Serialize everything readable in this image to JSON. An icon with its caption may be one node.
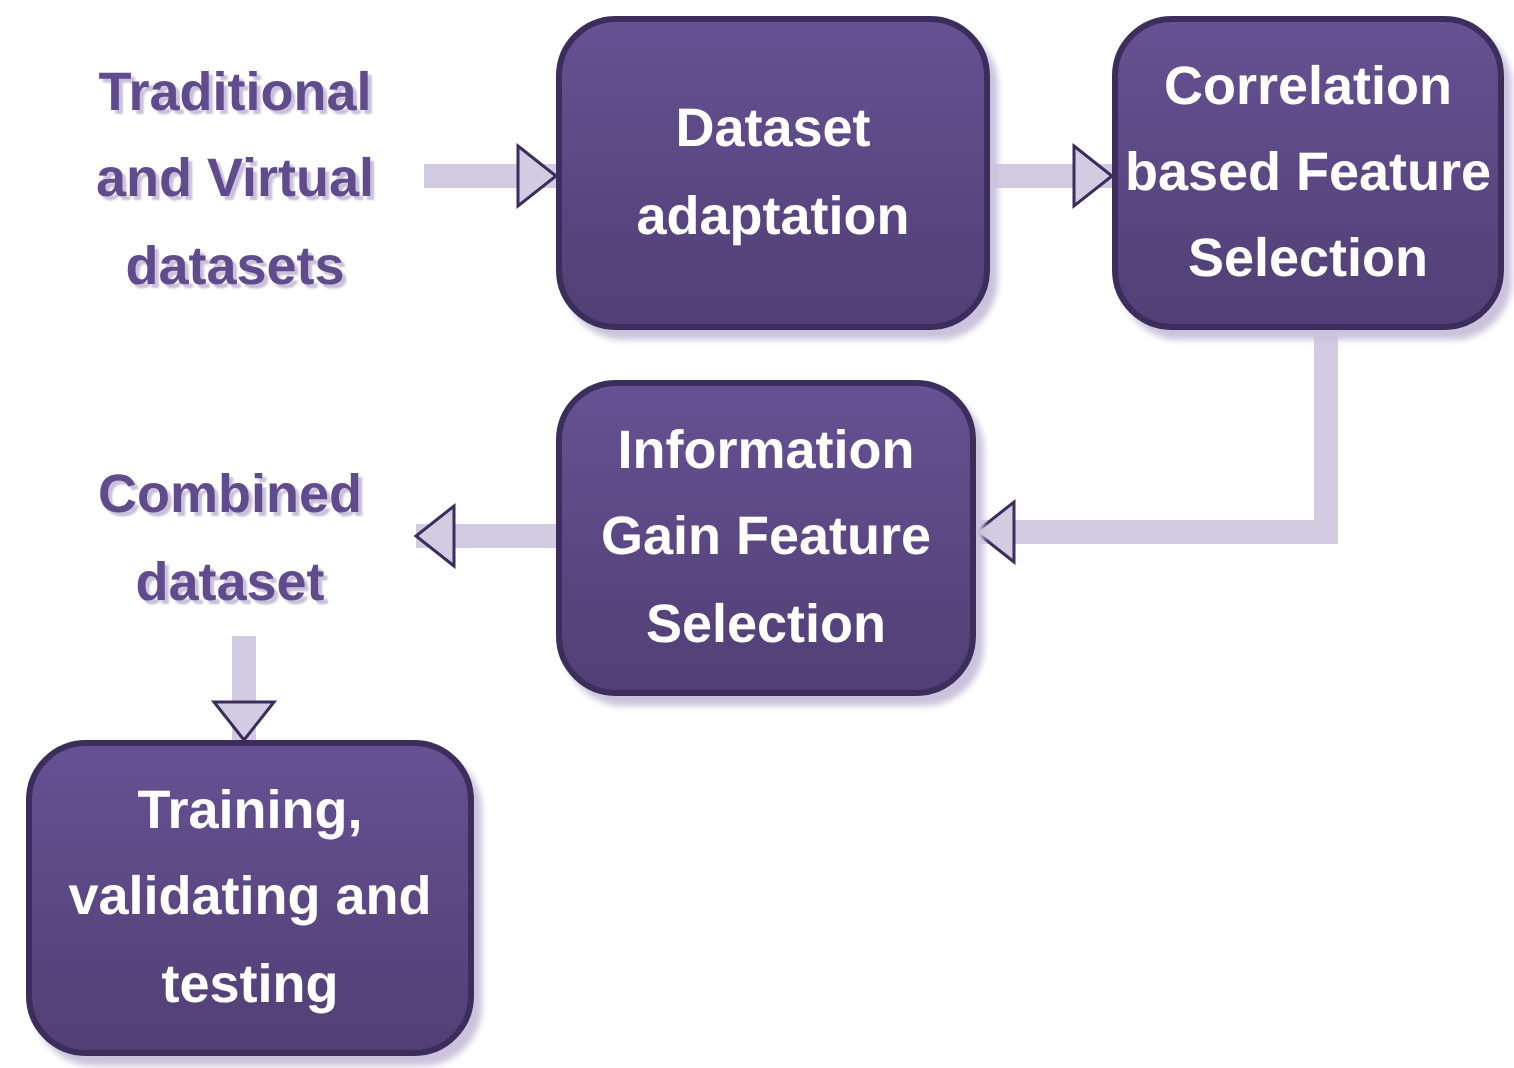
{
  "diagram": {
    "nodes": [
      {
        "text": [
          "Traditional and Virtual datasets"
        ]
      },
      {
        "text": [
          "Dataset adaptation"
        ]
      },
      {
        "text": [
          "Correlation based Feature Selection"
        ]
      },
      {
        "text": [
          "Information Gain Feature Selection"
        ]
      },
      {
        "text": [
          "Combined dataset"
        ]
      },
      {
        "text": [
          "Training, validating and testing"
        ]
      }
    ],
    "edges": [
      {
        "from": 0,
        "to": 1,
        "arrow": "to"
      },
      {
        "from": 1,
        "to": 2,
        "arrow": "to"
      },
      {
        "from": 2,
        "to": 3,
        "arrow": "to"
      },
      {
        "from": 3,
        "to": 4,
        "arrow": "to"
      },
      {
        "from": 4,
        "to": 5,
        "arrow": "to"
      }
    ]
  }
}
